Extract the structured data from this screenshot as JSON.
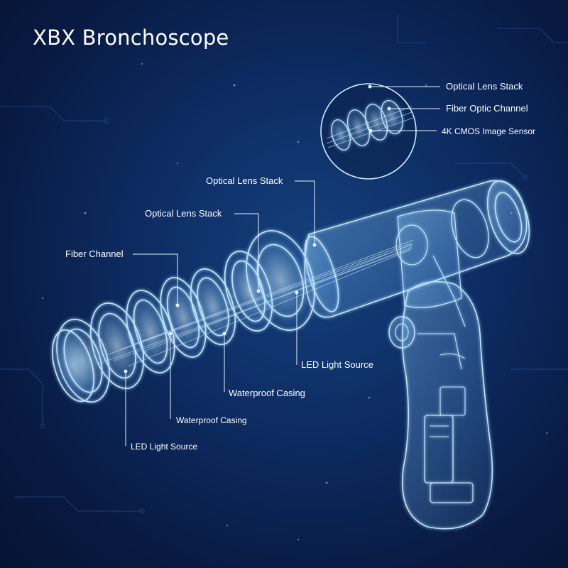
{
  "title": "XBX Bronchoscope",
  "callouts": {
    "inset_optical_lens_stack": "Optical Lens Stack",
    "inset_fiber_optic_channel": "Fiber Optic Channel",
    "inset_image_sensor": "4K CMOS Image Sensor",
    "optical_lens_stack_upper": "Optical Lens Stack",
    "optical_lens_stack_lower": "Optical Lens Stack",
    "fiber_channel": "Fiber Channel",
    "led_light_source_right": "LED Light Source",
    "waterproof_casing_right": "Waterproof  Casing",
    "waterproof_casing_left": "Waterproof Casing",
    "led_light_source_left": "LED Light Source"
  },
  "colors": {
    "background": "#0d2c62",
    "wireframe": "#bfe6ff",
    "glow": "#7fd0ff",
    "label_text": "#ffffff"
  },
  "icons": [
    "bronchoscope-wireframe",
    "lens-ring",
    "magnifier-inset"
  ]
}
